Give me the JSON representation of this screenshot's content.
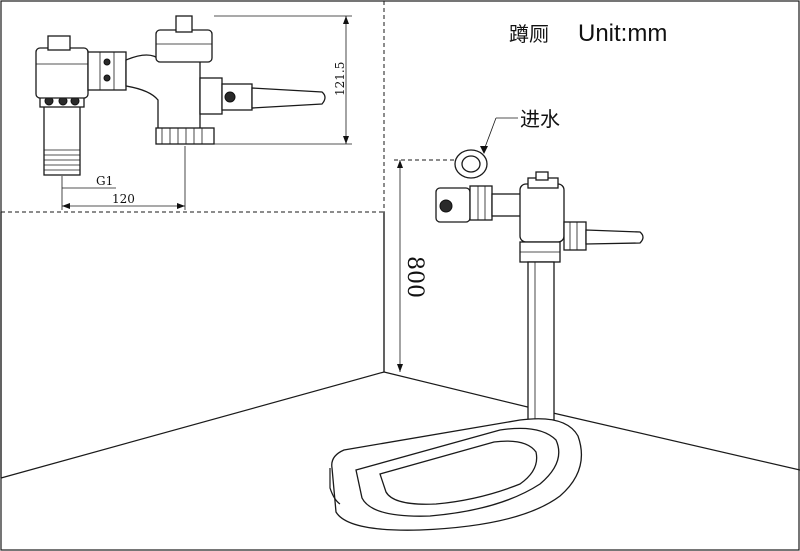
{
  "title": {
    "name": "蹲厕",
    "unit": "Unit:mm"
  },
  "callouts": {
    "inlet": "进水"
  },
  "dimensions": {
    "thread": "G1",
    "length": "120",
    "height_valve": "121.5",
    "installation_height": "800"
  },
  "icons": [
    "flush-valve-detail",
    "squat-toilet",
    "flush-valve-handle",
    "vertical-pipe"
  ]
}
